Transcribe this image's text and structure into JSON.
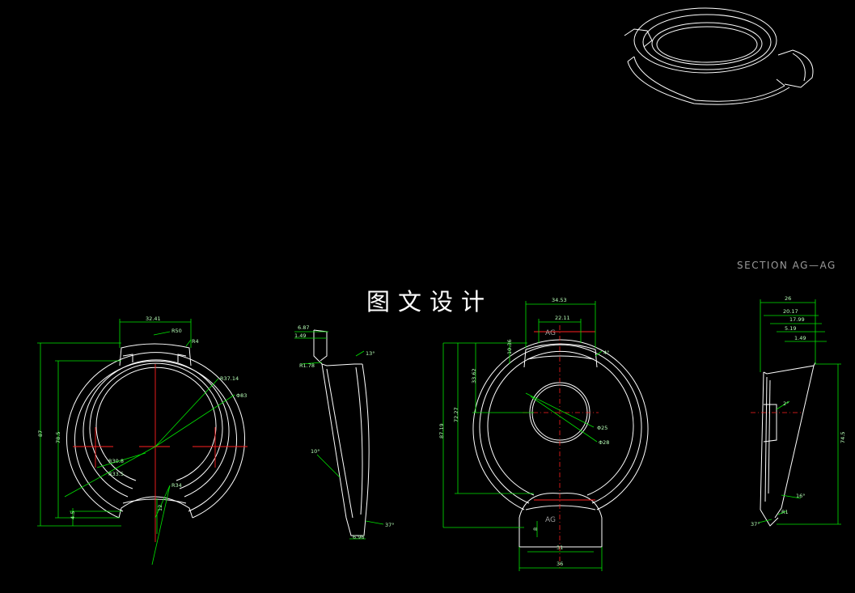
{
  "title": "图文设计",
  "section_label": "SECTION AG—AG",
  "colors": {
    "background": "#000000",
    "outline": "#ffffff",
    "dimension": "#00e600",
    "centerline": "#ff2020",
    "label": "#9a9a9a"
  },
  "front_view": {
    "dimensions": [
      "32.41",
      "R50",
      "R4",
      "R37.14",
      "Φ83",
      "R30.8",
      "R33.5",
      "R34",
      "87",
      "78.5",
      "4.5",
      "12"
    ]
  },
  "side_view": {
    "dimensions": [
      "6.87",
      "1.49",
      "R1.78",
      "13°",
      "10°",
      "37°",
      "6.96"
    ]
  },
  "top_view": {
    "dimensions": [
      "34.53",
      "22.11",
      "10.36",
      "4°",
      "33.62",
      "72.27",
      "87.19",
      "Φ25",
      "Φ28",
      "8",
      "31",
      "36"
    ],
    "section_marks": [
      "AG",
      "AG"
    ]
  },
  "section_view": {
    "dimensions": [
      "26",
      "20.17",
      "17.99",
      "5.19",
      "1.49",
      "2°",
      "74.5",
      "16°",
      "R1",
      "37°"
    ]
  }
}
